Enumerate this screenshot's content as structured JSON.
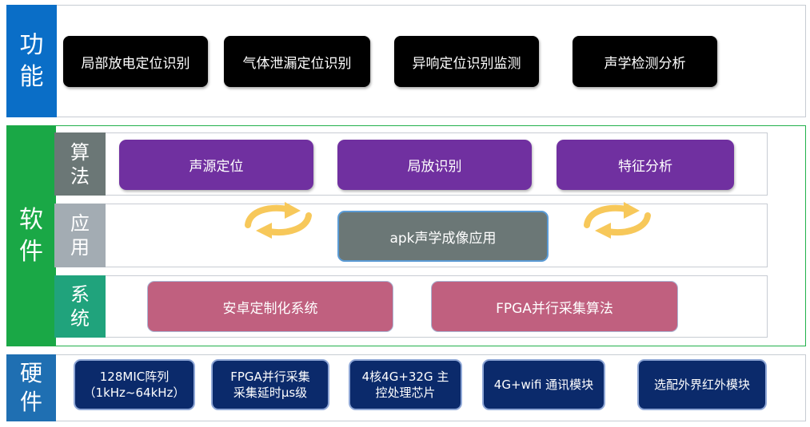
{
  "sections": {
    "function": {
      "label_1": "功",
      "label_2": "能"
    },
    "software": {
      "label_1": "软",
      "label_2": "件"
    },
    "hardware": {
      "label_1": "硬",
      "label_2": "件"
    }
  },
  "functions": [
    "局部放电定位识别",
    "气体泄漏定位识别",
    "异响定位识别监测",
    "声学检测分析"
  ],
  "software": {
    "algorithm": {
      "label_1": "算",
      "label_2": "法",
      "items": [
        "声源定位",
        "局放识别",
        "特征分析"
      ]
    },
    "application": {
      "label_1": "应",
      "label_2": "用",
      "items": [
        "apk声学成像应用"
      ]
    },
    "system": {
      "label_1": "系",
      "label_2": "统",
      "items": [
        "安卓定制化系统",
        "FPGA并行采集算法"
      ]
    }
  },
  "hardware": [
    {
      "line1": "128MIC阵列",
      "line2": "（1kHz~64kHz）"
    },
    {
      "line1": "FPGA并行采集",
      "line2": "采集延时μs级"
    },
    {
      "line1": "4核4G+32G 主",
      "line2": "控处理芯片"
    },
    {
      "line1": "4G+wifi 通讯模块",
      "line2": ""
    },
    {
      "line1": "选配外界红外模块",
      "line2": ""
    }
  ],
  "colors": {
    "function_label": "#0a6ec7",
    "software_label": "#1aa846",
    "hardware_label": "#1f6fb2",
    "function_box": "#000000",
    "algorithm_box": "#7030a0",
    "application_box": "#6b7776",
    "system_box": "#c0607f",
    "hardware_box": "#0b2a6b",
    "cycle_arrow": "#f7c85a"
  },
  "icons": {
    "cycle_arrows": "cycle-arrows-icon"
  }
}
